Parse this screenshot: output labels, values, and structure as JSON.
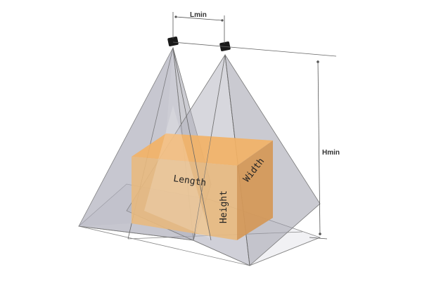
{
  "diagram": {
    "labels": {
      "lmin": "Lmin",
      "hmin": "Hmin",
      "length": "Length",
      "width": "Width",
      "height": "Height"
    },
    "components": {
      "sensors": [
        "sensor-left",
        "sensor-right"
      ],
      "object": "box"
    },
    "colors": {
      "box_top": "#f2b266",
      "box_front": "#e8b97e",
      "box_side": "#d49a5c",
      "cone_fill": "#9a9aa8",
      "floor_fill": "#eeeef2",
      "sensor": "#1a1a1a",
      "line": "#555555"
    }
  }
}
